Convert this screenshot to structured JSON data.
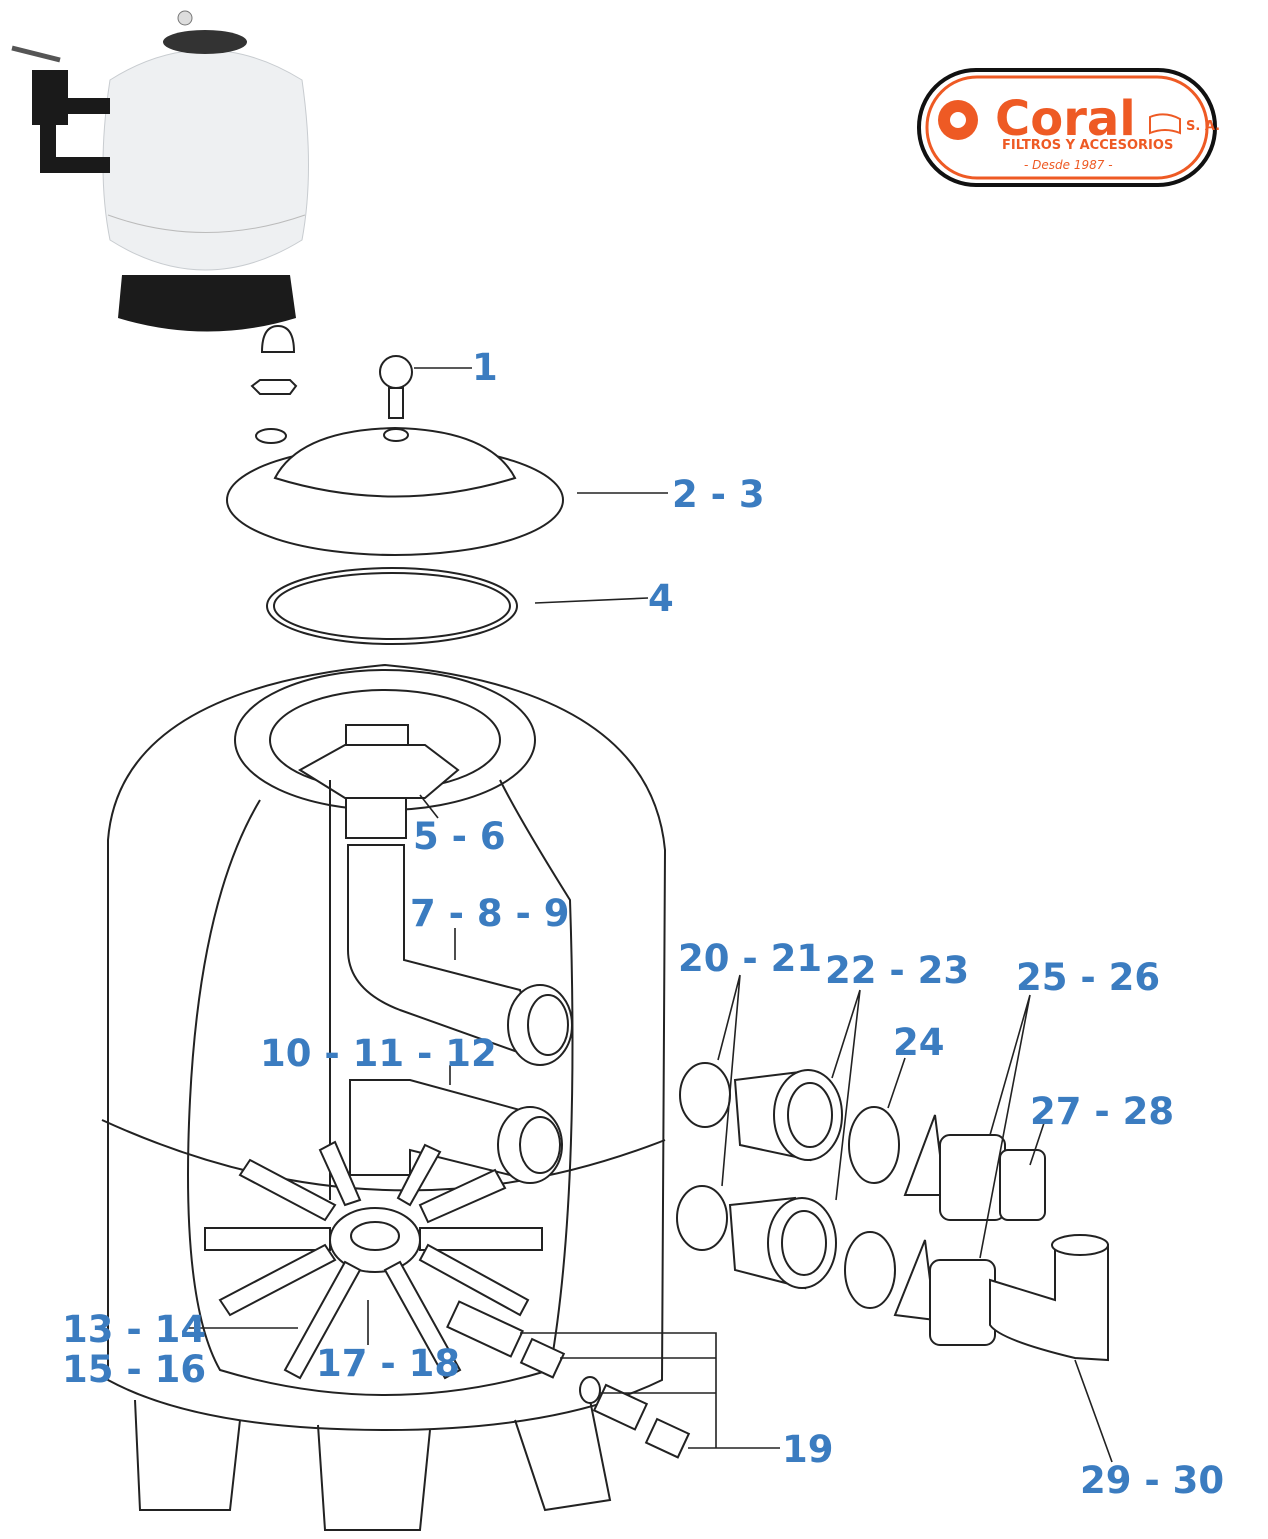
{
  "logo": {
    "brand": "Coral",
    "suffix": "S. A.",
    "tagline": "FILTROS Y ACCESORIOS",
    "since": "- Desde 1987 -",
    "color": "#ee5a24"
  },
  "labels": {
    "p1": "1",
    "p2_3": "2 - 3",
    "p4": "4",
    "p5_6": "5 - 6",
    "p7_8_9": "7 - 8 - 9",
    "p10_11_12": "10 - 11 - 12",
    "p13_14": "13 - 14",
    "p15_16": "15 - 16",
    "p17_18": "17 - 18",
    "p19": "19",
    "p20_21": "20 - 21",
    "p22_23": "22 - 23",
    "p24": "24",
    "p25_26": "25 - 26",
    "p27_28": "27 - 28",
    "p29_30": "29 - 30"
  },
  "colors": {
    "label": "#3b7cc0"
  }
}
